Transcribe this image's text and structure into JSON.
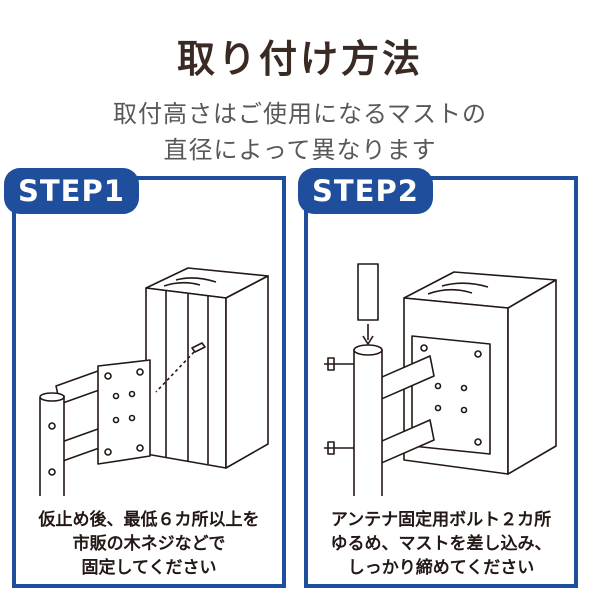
{
  "title": "取り付け方法",
  "subtitle": {
    "line1": "取付高さはご使用になるマストの",
    "line2": "直径によって異なります"
  },
  "steps": [
    {
      "label": "STEP1",
      "caption": [
        "仮止め後、最低６カ所以上を",
        "市販の木ネジなどで",
        "固定してください"
      ]
    },
    {
      "label": "STEP2",
      "caption": [
        "アンテナ固定用ボルト２カ所",
        "ゆるめ、マストを差し込み、",
        "しっかり締めてください"
      ]
    }
  ],
  "colors": {
    "accent": "#1f4e9c",
    "title": "#3a2a24",
    "subtitle": "#595757"
  }
}
